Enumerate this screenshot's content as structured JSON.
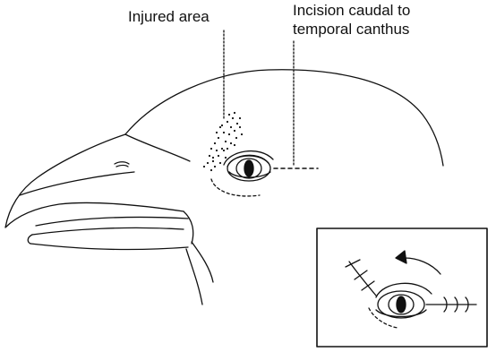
{
  "labels": {
    "injured_area": "Injured area",
    "incision_line1": "Incision caudal to",
    "incision_line2": "temporal canthus"
  },
  "colors": {
    "ink": "#111111",
    "background": "#ffffff"
  }
}
